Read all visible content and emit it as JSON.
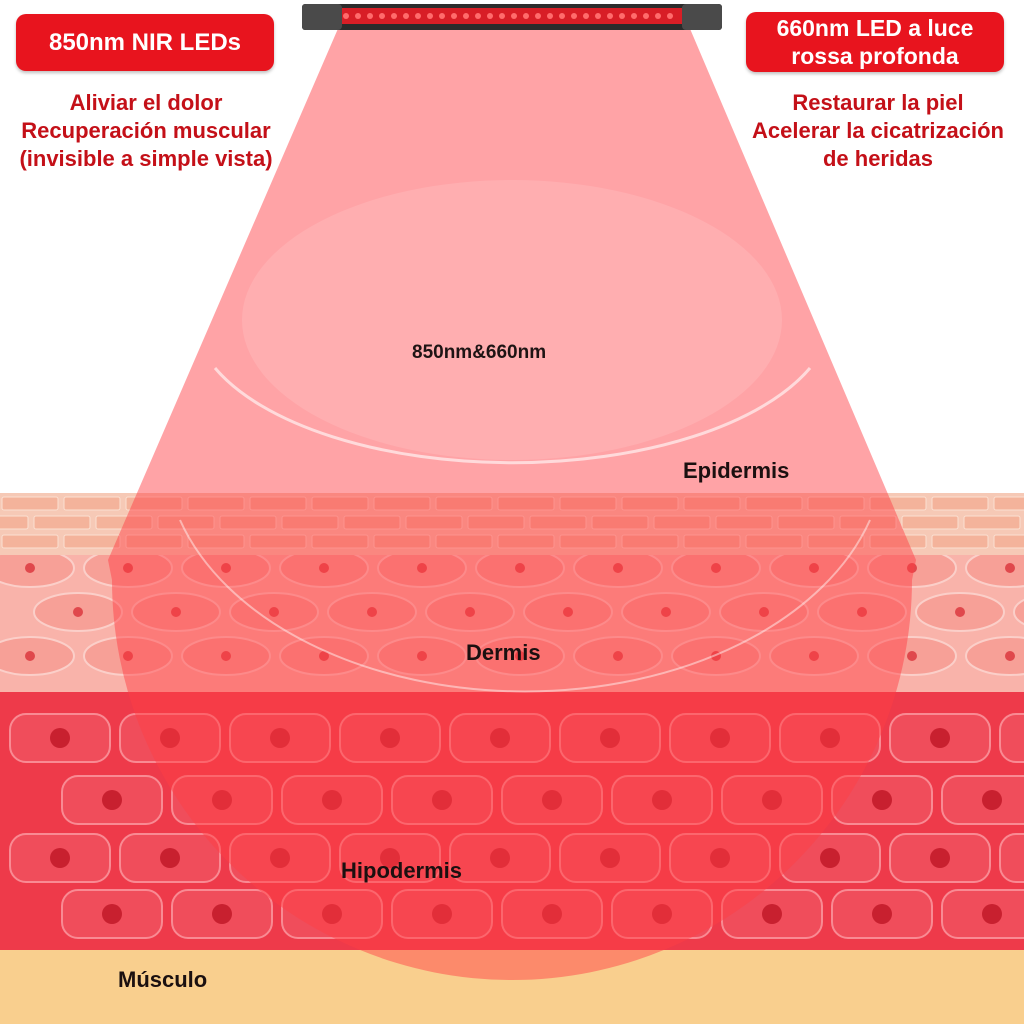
{
  "left_emitter": {
    "badge": "850nm NIR LEDs",
    "benefits": [
      "Aliviar el dolor",
      "Recuperación muscular",
      "(invisible a simple vista)"
    ]
  },
  "right_emitter": {
    "badge_lines": [
      "660nm LED a luce",
      "rossa profonda"
    ],
    "benefits": [
      "Restaurar la piel",
      "Acelerar la cicatrización",
      "de heridas"
    ]
  },
  "beam_label": "850nm&660nm",
  "layers": {
    "epidermis": "Epidermis",
    "dermis": "Dermis",
    "hypodermis": "Hipodermis",
    "muscle": "Músculo"
  },
  "colors": {
    "badge": "#e8141e",
    "benefit_text": "#c41018",
    "beam": "#ff3b3f",
    "epidermis": "#f6c9b6",
    "dermis": "#f9a9a2",
    "hypodermis": "#ee3a4a",
    "muscle": "#f9cf8e"
  }
}
